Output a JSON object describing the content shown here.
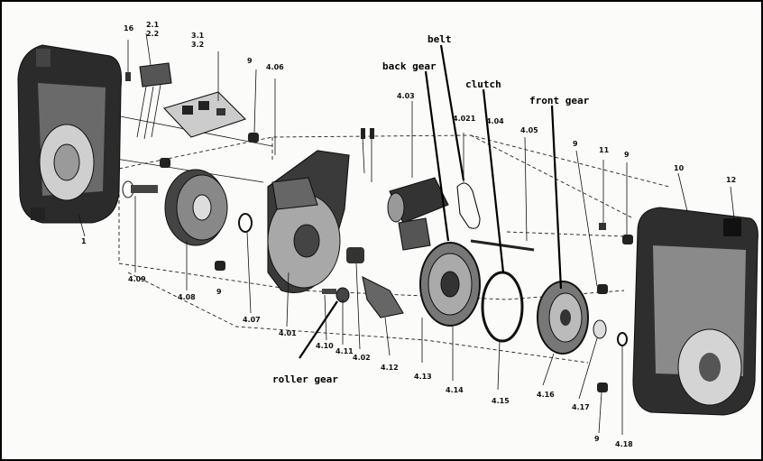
{
  "annotations": {
    "belt": "belt",
    "back_gear": "back gear",
    "clutch": "clutch",
    "front_gear": "front gear",
    "roller_gear": "roller gear"
  },
  "part_numbers": {
    "p1": "1",
    "p16": "16",
    "p21": "2.1",
    "p22": "2.2",
    "p31": "3.1",
    "p32": "3.2",
    "p9_top": "9",
    "p406": "4.06",
    "p403": "4.03",
    "p4021": "4.021",
    "p404": "4.04",
    "p405": "4.05",
    "p9_r1": "9",
    "p11": "11",
    "p9_r2": "9",
    "p10": "10",
    "p12": "12",
    "p409": "4.09",
    "p408": "4.08",
    "p9_left": "9",
    "p407": "4.07",
    "p401": "4.01",
    "p410": "4.10",
    "p411": "4.11",
    "p402": "4.02",
    "p412": "4.12",
    "p413": "4.13",
    "p414": "4.14",
    "p415": "4.15",
    "p416": "4.16",
    "p417": "4.17",
    "p9_bottom": "9",
    "p418": "4.18"
  }
}
